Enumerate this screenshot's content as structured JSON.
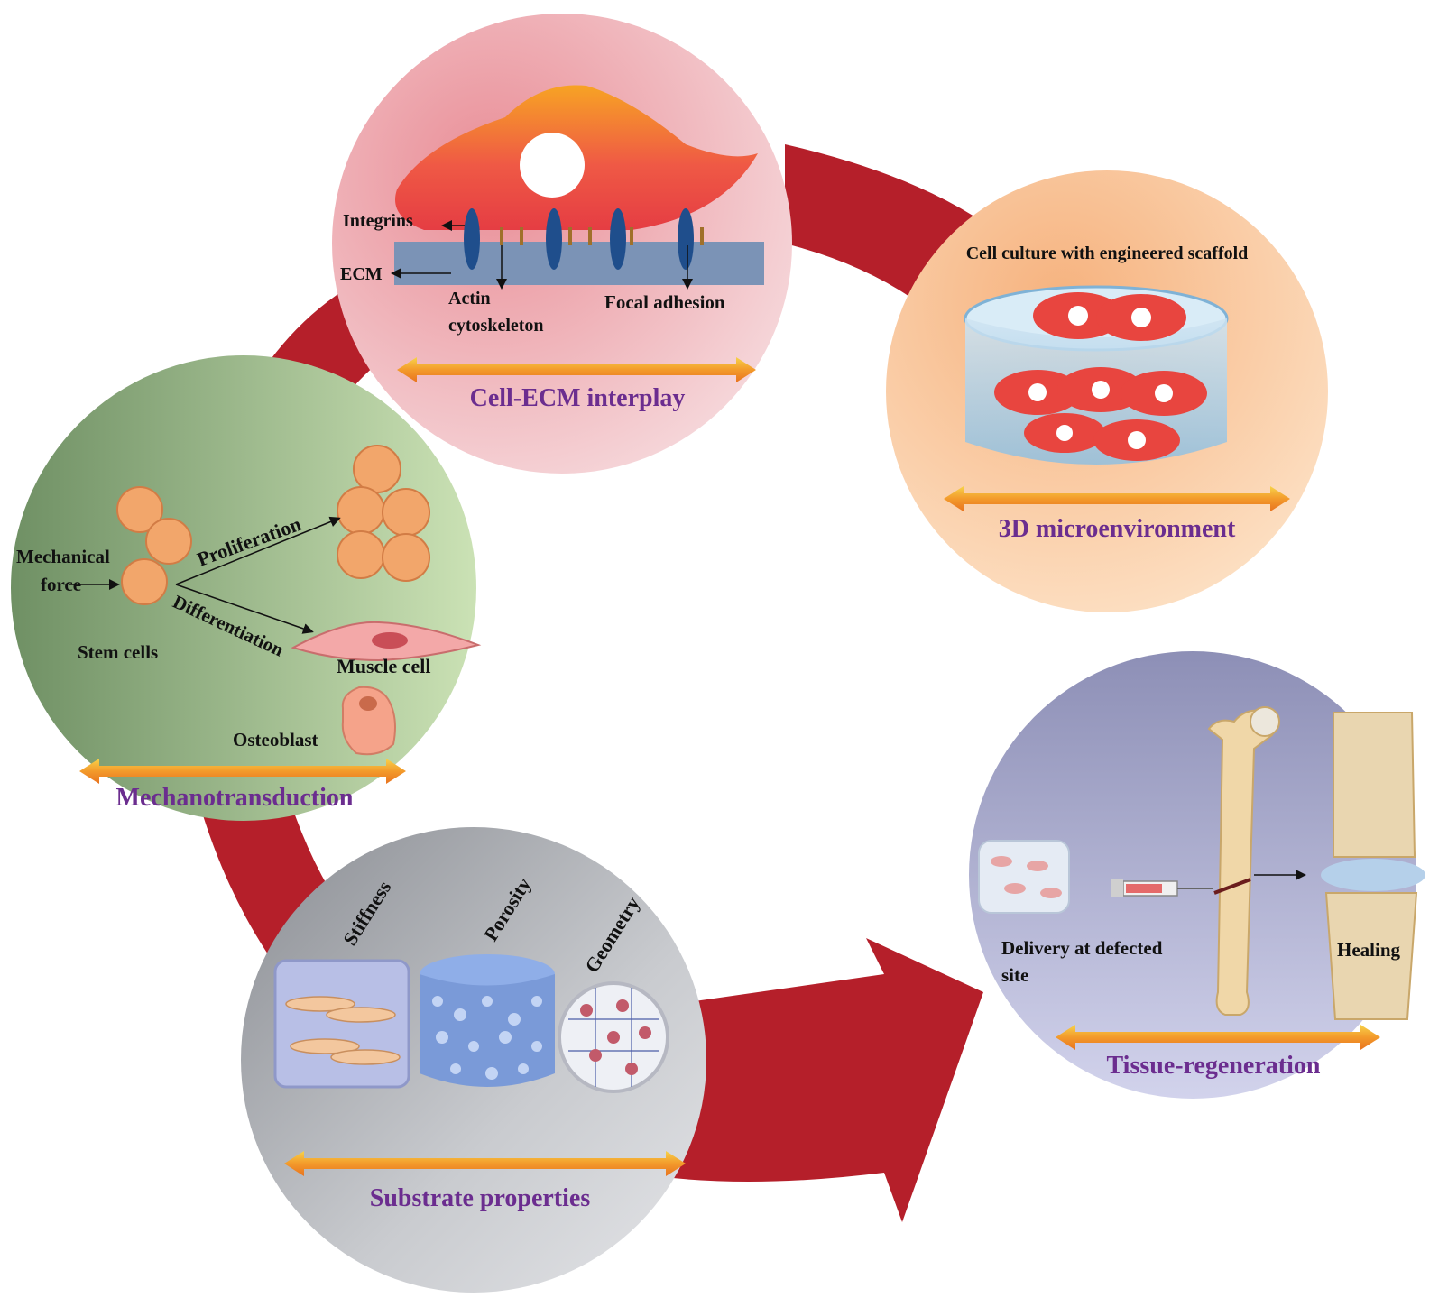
{
  "colors": {
    "arrow": "#b51f2a",
    "title": "#6b2d8f",
    "cell": "#e94b45",
    "stem_cell": "#f2a66b"
  },
  "panels": {
    "cell_ecm": {
      "title": "Cell-ECM interplay",
      "integrins": "Integrins",
      "ecm": "ECM",
      "actin_line1": "Actin",
      "actin_line2": "cytoskeleton",
      "focal_adhesion": "Focal adhesion"
    },
    "microenvironment": {
      "title": "3D microenvironment",
      "caption": "Cell culture with engineered scaffold"
    },
    "mechanotransduction": {
      "title": "Mechanotransduction",
      "force_line1": "Mechanical",
      "force_line2": "force",
      "stem_cells": "Stem cells",
      "proliferation": "Proliferation",
      "differentiation": "Differentiation",
      "muscle_cell": "Muscle cell",
      "osteoblast": "Osteoblast"
    },
    "substrate": {
      "title": "Substrate properties",
      "stiffness": "Stiffness",
      "porosity": "Porosity",
      "geometry": "Geometry"
    },
    "tissue": {
      "title": "Tissue-regeneration",
      "delivery_line1": "Delivery at defected",
      "delivery_line2": "site",
      "healing": "Healing"
    }
  }
}
